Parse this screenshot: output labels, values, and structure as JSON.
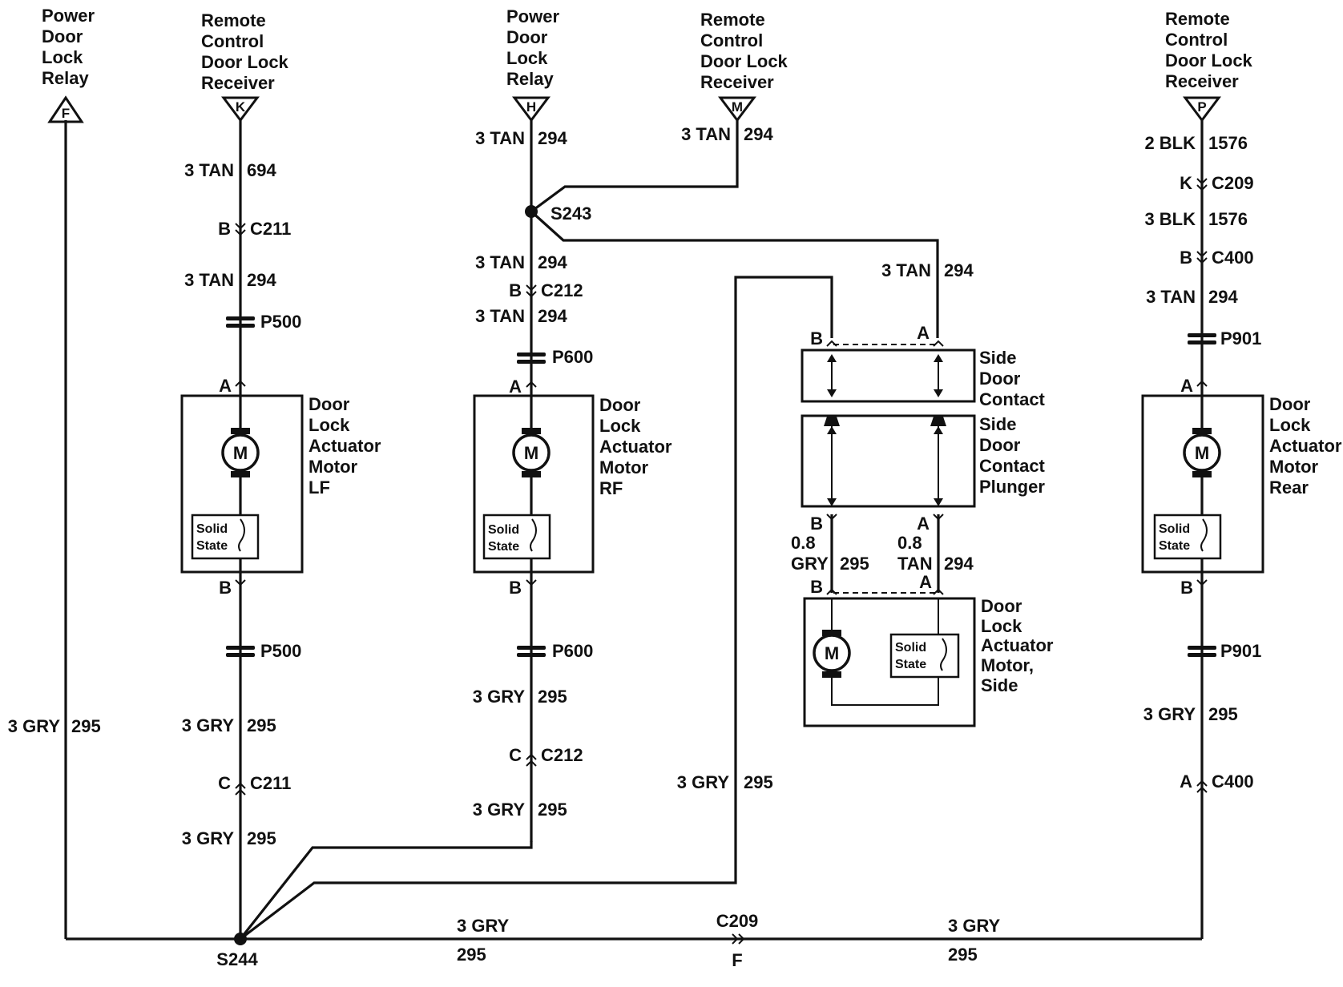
{
  "top_labels": {
    "relay_f": [
      "Power",
      "Door",
      "Lock",
      "Relay"
    ],
    "receiver_k": [
      "Remote",
      "Control",
      "Door Lock",
      "Receiver"
    ],
    "relay_h": [
      "Power",
      "Door",
      "Lock",
      "Relay"
    ],
    "receiver_m": [
      "Remote",
      "Control",
      "Door Lock",
      "Receiver"
    ],
    "receiver_p": [
      "Remote",
      "Control",
      "Door Lock",
      "Receiver"
    ]
  },
  "terminals": {
    "f": "F",
    "k": "K",
    "h": "H",
    "m": "M",
    "p": "P"
  },
  "wires": {
    "lf_tan_694": [
      "3 TAN",
      "694"
    ],
    "lf_tan_294": [
      "3 TAN",
      "294"
    ],
    "lf_gry_a": [
      "3 GRY",
      "295"
    ],
    "lf_gry_b": [
      "3 GRY",
      "295"
    ],
    "left_gry": [
      "3 GRY",
      "295"
    ],
    "rf_tan_top": [
      "3 TAN",
      "294"
    ],
    "m_tan": [
      "3 TAN",
      "294"
    ],
    "rf_tan_mid": [
      "3 TAN",
      "294"
    ],
    "rf_tan_low": [
      "3 TAN",
      "294"
    ],
    "rf_gry_a": [
      "3 GRY",
      "295"
    ],
    "rf_gry_b": [
      "3 GRY",
      "295"
    ],
    "side_tan": [
      "3 TAN",
      "294"
    ],
    "mid_gry": [
      "3 GRY",
      "295"
    ],
    "side_gry_08": [
      "0.8",
      "GRY",
      "295"
    ],
    "side_tan_08": [
      "0.8",
      "TAN",
      "294"
    ],
    "rear_blk_2": [
      "2 BLK",
      "1576"
    ],
    "rear_blk_3": [
      "3 BLK",
      "1576"
    ],
    "rear_tan": [
      "3 TAN",
      "294"
    ],
    "rear_gry": [
      "3 GRY",
      "295"
    ],
    "bottom_left": [
      "3 GRY",
      "295"
    ],
    "bottom_right": [
      "3 GRY",
      "295"
    ]
  },
  "connectors": {
    "c211_top": [
      "B",
      "C211"
    ],
    "c211_bot": [
      "C",
      "C211"
    ],
    "c212_top": [
      "B",
      "C212"
    ],
    "c212_bot": [
      "C",
      "C212"
    ],
    "c209_rear": [
      "K",
      "C209"
    ],
    "c400_top": [
      "B",
      "C400"
    ],
    "c400_bot": [
      "A",
      "C400"
    ],
    "c209_bottom": [
      "C209",
      "F"
    ]
  },
  "splices": {
    "s243": "S243",
    "s244": "S244"
  },
  "inline": {
    "p500_top": "P500",
    "p500_bot": "P500",
    "p600_top": "P600",
    "p600_bot": "P600",
    "p901_top": "P901",
    "p901_bot": "P901"
  },
  "pins": {
    "a": "A",
    "b": "B"
  },
  "components": {
    "lf": [
      "Door",
      "Lock",
      "Actuator",
      "Motor",
      "LF"
    ],
    "rf": [
      "Door",
      "Lock",
      "Actuator",
      "Motor",
      "RF"
    ],
    "rear": [
      "Door",
      "Lock",
      "Actuator",
      "Motor",
      "Rear"
    ],
    "side_contact": [
      "Side",
      "Door",
      "Contact"
    ],
    "side_plunger": [
      "Side",
      "Door",
      "Contact",
      "Plunger"
    ],
    "side_motor": [
      "Door",
      "Lock",
      "Actuator",
      "Motor,",
      "Side"
    ]
  },
  "motor_symbol": "M",
  "solid_state": [
    "Solid",
    "State"
  ]
}
